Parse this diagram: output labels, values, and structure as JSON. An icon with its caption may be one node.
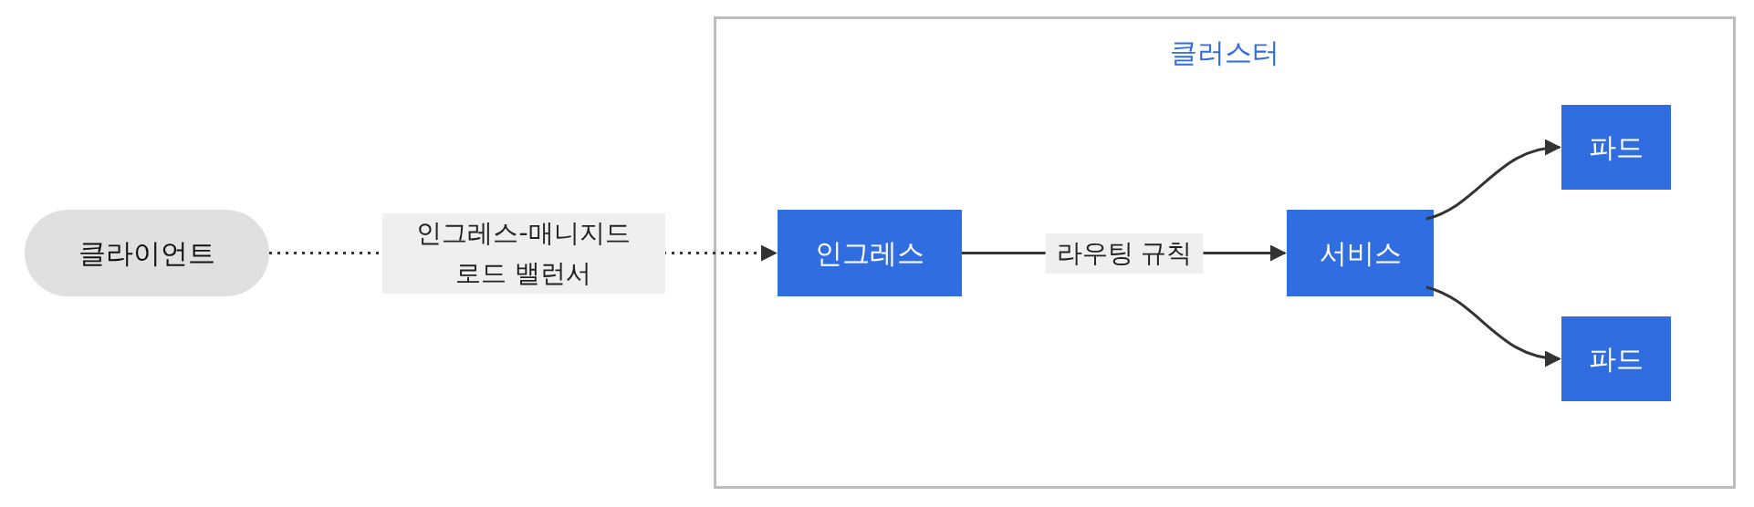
{
  "diagram": {
    "nodes": [
      {
        "text": [
          "클라이언트"
        ]
      },
      {
        "text": [
          "클러스터"
        ]
      },
      {
        "text": [
          "인그레스"
        ],
        "in": 1
      },
      {
        "text": [
          "서비스"
        ],
        "in": 1
      },
      {
        "text": [
          "파드"
        ],
        "in": 1
      },
      {
        "text": [
          "파드"
        ],
        "in": 1
      }
    ],
    "edges": [
      {
        "from": 0,
        "to": 2,
        "arrow": "to",
        "label": "인그레스-매니지드 로드 밸런서",
        "style": "dashed"
      },
      {
        "from": 2,
        "to": 3,
        "arrow": "to",
        "label": "라우팅 규칙"
      },
      {
        "from": 3,
        "to": 4,
        "arrow": "to"
      },
      {
        "from": 3,
        "to": 5,
        "arrow": "to"
      }
    ]
  }
}
